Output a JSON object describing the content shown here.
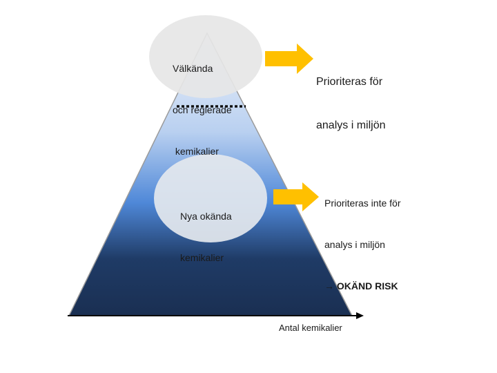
{
  "top_ellipse": {
    "lines": [
      "Välkända",
      "och reglerade",
      " kemikalier"
    ]
  },
  "middle_ellipse": {
    "lines": [
      "Nya okända",
      "kemikalier"
    ]
  },
  "right_top_text": {
    "lines": [
      "Prioriteras för",
      "analys i miljön"
    ]
  },
  "right_middle_text": {
    "lines": [
      "Prioriteras inte för",
      "analys i miljön"
    ],
    "risk_prefix": "→",
    "risk_text": "OKÄND RISK"
  },
  "axis": {
    "label": "Antal kemikalier"
  },
  "colors": {
    "pyramid_top": "#d6e4f7",
    "pyramid_mid": "#4f88d8",
    "pyramid_bottom": "#1d3557",
    "ellipse_fill": "#e8e8e8",
    "arrow_fill": "#ffc000",
    "dotted_line": "#111111",
    "axis_color": "#000000"
  }
}
